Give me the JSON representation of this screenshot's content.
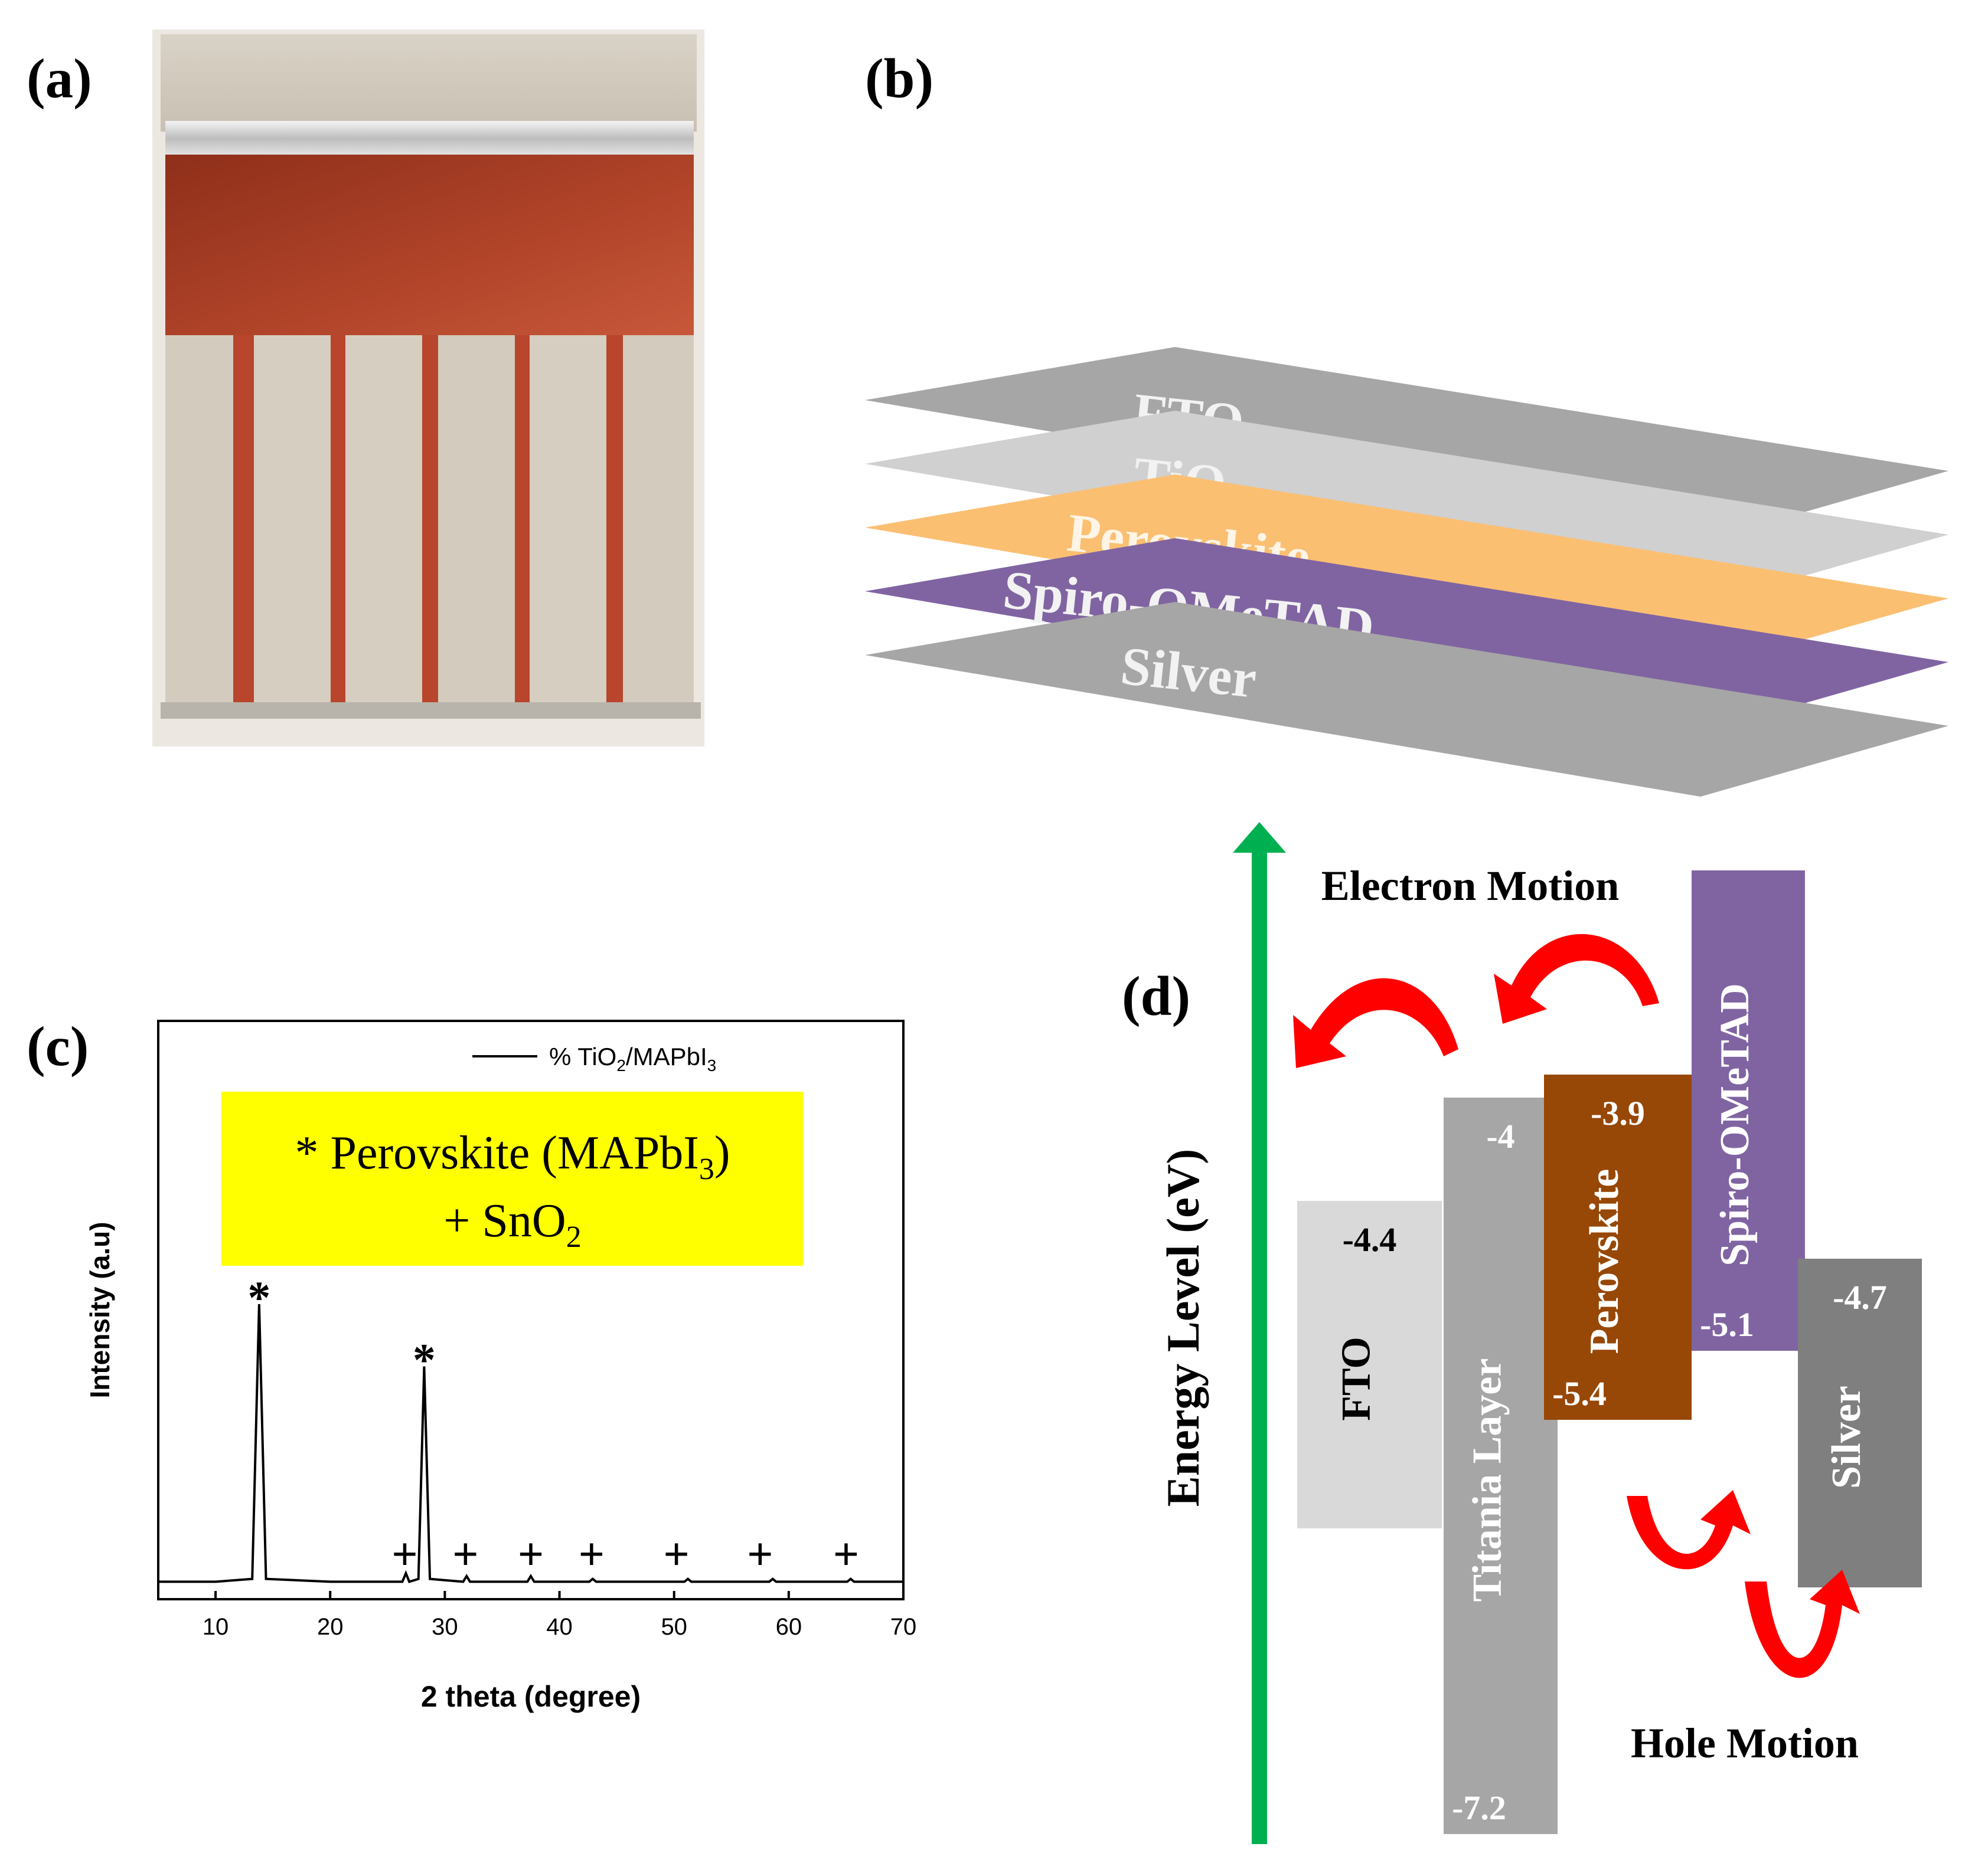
{
  "panels": {
    "a": {
      "label": "(a)"
    },
    "b": {
      "label": "(b)",
      "layers": [
        {
          "name": "Silver",
          "color": "#a6a6a6",
          "text_color": "#f2f2f2"
        },
        {
          "name": "Spiro-OMeTAD",
          "color": "#8064a2",
          "text_color": "#f2f2f2"
        },
        {
          "name": "Perovskite",
          "color": "#fbbf72",
          "text_color": "#fff5e6"
        },
        {
          "name": "TiO",
          "sub": "2",
          "color": "#d0d0d0",
          "text_color": "#f2f2f2"
        },
        {
          "name": "FTO",
          "color": "#a6a6a6",
          "text_color": "#f2f2f2"
        }
      ]
    },
    "c": {
      "label": "(c)",
      "legend_prefix": "% TiO",
      "legend_sub1": "2",
      "legend_mid": "/MAPbI",
      "legend_sub2": "3",
      "box_line1_prefix": "* Perovskite  (MAPbI",
      "box_line1_sub": "3",
      "box_line1_suffix": ")",
      "box_line2_prefix": "+ SnO",
      "box_line2_sub": "2",
      "box_color": "#ffff00",
      "peak_markers": [
        {
          "symbol": "*",
          "x": 13.8
        },
        {
          "symbol": "*",
          "x": 28.2
        },
        {
          "symbol": "+",
          "x": 26.5
        },
        {
          "symbol": "+",
          "x": 31.8
        },
        {
          "symbol": "+",
          "x": 37.5
        },
        {
          "symbol": "+",
          "x": 42.8
        },
        {
          "symbol": "+",
          "x": 50.2
        },
        {
          "symbol": "+",
          "x": 57.5
        },
        {
          "symbol": "+",
          "x": 65.0
        }
      ]
    },
    "d": {
      "label": "(d)",
      "ylabel": "Energy Level (eV)",
      "electron_label": "Electron Motion",
      "hole_label": "Hole Motion",
      "bars": [
        {
          "name": "FTO",
          "top": -4.4,
          "bottom": null,
          "color": "#d9d9d9",
          "text_color": "#000000",
          "top_label": "-4.4",
          "bottom_label": "",
          "label_color": "#000000"
        },
        {
          "name": "Titania Layer",
          "top": -4.0,
          "bottom": -7.2,
          "color": "#a6a6a6",
          "text_color": "#ffffff",
          "top_label": "-4",
          "bottom_label": "-7.2",
          "label_color": "#ffffff"
        },
        {
          "name": "Perovskite",
          "top": -3.9,
          "bottom": -5.4,
          "color": "#974706",
          "text_color": "#ffffff",
          "top_label": "-3.9",
          "bottom_label": "-5.4",
          "label_color": "#ffffff"
        },
        {
          "name": "Spiro-OMeTAD",
          "top": null,
          "bottom": -5.1,
          "color": "#8064a2",
          "text_color": "#ffffff",
          "top_label": "",
          "bottom_label": "-5.1",
          "label_color": "#ffffff"
        },
        {
          "name": "Silver",
          "top": -4.7,
          "bottom": null,
          "color": "#7f7f7f",
          "text_color": "#ffffff",
          "top_label": "-4.7",
          "bottom_label": "",
          "label_color": "#ffffff"
        }
      ],
      "axis_color": "#00b050",
      "arrow_color": "#ff0000"
    }
  },
  "chart_data": {
    "type": "line",
    "title": "",
    "xlabel": "2 theta (degree)",
    "ylabel": "Intensity (a.u)",
    "xlim": [
      5,
      70
    ],
    "x_ticks": [
      10,
      20,
      30,
      40,
      50,
      60,
      70
    ],
    "y_ticks_shown": false,
    "series": [
      {
        "name": "% TiO2/MAPbI3",
        "points": [
          [
            5,
            0.02
          ],
          [
            10,
            0.02
          ],
          [
            13.2,
            0.03
          ],
          [
            13.8,
            1.0
          ],
          [
            14.4,
            0.03
          ],
          [
            20,
            0.02
          ],
          [
            26.3,
            0.02
          ],
          [
            26.6,
            0.05
          ],
          [
            26.9,
            0.02
          ],
          [
            27.7,
            0.03
          ],
          [
            28.2,
            0.78
          ],
          [
            28.7,
            0.03
          ],
          [
            31.6,
            0.02
          ],
          [
            31.9,
            0.04
          ],
          [
            32.2,
            0.02
          ],
          [
            37.2,
            0.02
          ],
          [
            37.5,
            0.04
          ],
          [
            37.8,
            0.02
          ],
          [
            42.6,
            0.02
          ],
          [
            42.9,
            0.03
          ],
          [
            43.2,
            0.02
          ],
          [
            50.9,
            0.02
          ],
          [
            51.2,
            0.03
          ],
          [
            51.5,
            0.02
          ],
          [
            58.3,
            0.02
          ],
          [
            58.6,
            0.03
          ],
          [
            58.9,
            0.02
          ],
          [
            65.1,
            0.02
          ],
          [
            65.4,
            0.03
          ],
          [
            65.7,
            0.02
          ],
          [
            70,
            0.02
          ]
        ]
      }
    ]
  }
}
